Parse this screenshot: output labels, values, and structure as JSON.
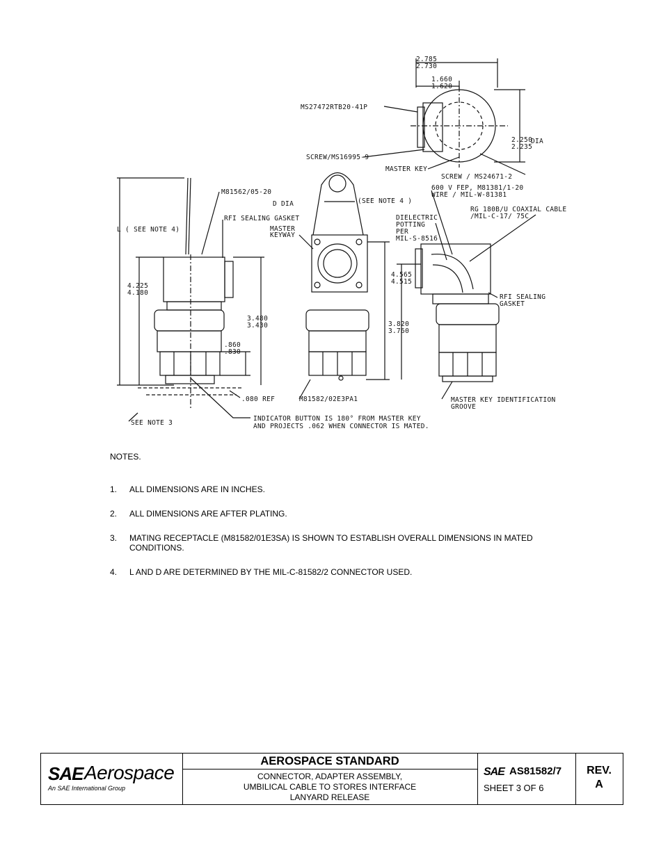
{
  "drawing": {
    "dim_top_overall_upper": "2.785",
    "dim_top_overall_lower": "2.730",
    "dim_top_inner_upper": "1.660",
    "dim_top_inner_lower": "1.620",
    "dim_dia_upper": "2.250",
    "dim_dia_lower": "2.235",
    "dim_dia_suffix": "DIA",
    "label_connector_part": "MS27472RTB20-41P",
    "label_screw_left": "SCREW/MS16995-9",
    "label_master_key": "MASTER KEY",
    "label_screw_right": "SCREW / MS24671-2",
    "label_m81562_05": "M81562/05-20",
    "label_rfi_gasket_top": "RFI SEALING GASKET",
    "label_l_see_note": "L ( SEE NOTE 4)",
    "label_d_dia": "D DIA",
    "label_see_note4": "(SEE NOTE 4 )",
    "label_master_keyway_1": "MASTER",
    "label_master_keyway_2": "KEYWAY",
    "label_wire_1": "600 V FEP, M81381/1-20",
    "label_wire_2": "WIRE / MIL-W-81381",
    "label_coax_1": "RG 180B/U COAXIAL CABLE",
    "label_coax_2": "/MIL-C-17/ 75C",
    "label_potting_1": "DIELECTRIC",
    "label_potting_2": "POTTING",
    "label_potting_3": "PER",
    "label_potting_4": "MIL-S-8516",
    "dim_left_height_upper": "4.225",
    "dim_left_height_lower": "4.180",
    "dim_left_body_upper": "3.480",
    "dim_left_body_lower": "3.430",
    "dim_left_nut_upper": ".860",
    "dim_left_nut_lower": ".830",
    "label_080_ref": ".080 REF",
    "dim_mid_height_upper": "4.565",
    "dim_mid_height_lower": "4.515",
    "dim_mid_body_upper": "3.820",
    "dim_mid_body_lower": "3.760",
    "label_m81582_02": "M81582/02E3PA1",
    "label_rfi_gasket_right_1": "RFI SEALING",
    "label_rfi_gasket_right_2": "GASKET",
    "label_master_key_id_1": "MASTER KEY IDENTIFICATION",
    "label_master_key_id_2": "GROOVE",
    "label_see_note3": "SEE NOTE 3",
    "label_indicator_1": "INDICATOR BUTTON IS 180° FROM MASTER KEY",
    "label_indicator_2": "AND PROJECTS .062 WHEN CONNECTOR IS MATED."
  },
  "notes": {
    "title": "NOTES.",
    "items": [
      {
        "num": "1.",
        "text": "ALL DIMENSIONS ARE IN INCHES."
      },
      {
        "num": "2.",
        "text": "ALL DIMENSIONS ARE AFTER PLATING."
      },
      {
        "num": "3.",
        "text": "MATING RECEPTACLE (M81582/01E3SA) IS SHOWN TO ESTABLISH OVERALL DIMENSIONS IN MATED CONDITIONS."
      },
      {
        "num": "4.",
        "text": "L AND D ARE DETERMINED BY THE MIL-C-81582/2 CONNECTOR USED."
      }
    ]
  },
  "title_block": {
    "logo_mark": "SAE",
    "logo_word": "Aerospace",
    "logo_tagline": "An SAE International Group",
    "standard_heading": "AEROSPACE STANDARD",
    "title_line_1": "CONNECTOR, ADAPTER ASSEMBLY,",
    "title_line_2": "UMBILICAL CABLE TO STORES INTERFACE",
    "title_line_3": "LANYARD RELEASE",
    "doc_mark": "SAE",
    "doc_number": "AS81582/7",
    "sheet": "SHEET 3 OF 6",
    "rev_label": "REV.",
    "rev_value": "A"
  }
}
